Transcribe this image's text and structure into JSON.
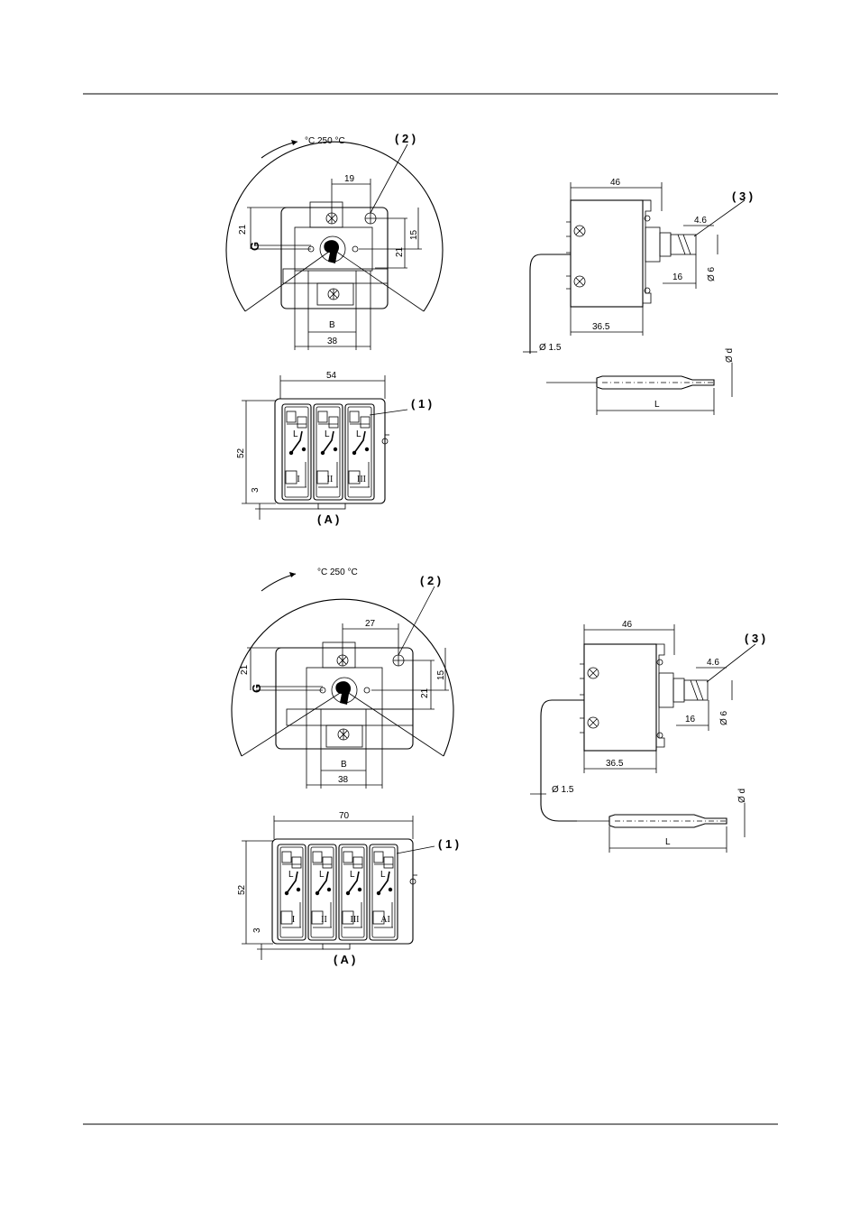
{
  "sheet": {
    "rule_color": "#000000"
  },
  "top_front": {
    "scale_label": "°C 250 °C",
    "dim_19": "19",
    "dim_21_left": "21",
    "dim_21_right": "21",
    "dim_15": "15",
    "dim_B": "B",
    "dim_38": "38",
    "G": "G",
    "callout_2": "( 2 )"
  },
  "top_side": {
    "dim_46": "46",
    "dim_4_6": "4.6",
    "dim_16": "16",
    "dim_phi6": "Ø 6",
    "dim_36_5": "36.5",
    "dim_phi1_5": "Ø 1.5",
    "dim_phid": "Ø d",
    "dim_L": "L",
    "callout_3": "( 3 )"
  },
  "top_contacts": {
    "dim_54": "54",
    "dim_52": "52",
    "dim_3": "3",
    "callout_1": "( 1 )",
    "view_A": "( A )",
    "poles": [
      "I",
      "II",
      "III"
    ]
  },
  "bottom_front": {
    "scale_label": "°C 250 °C",
    "dim_27": "27",
    "dim_21_left": "21",
    "dim_21_right": "21",
    "dim_15": "15",
    "dim_B": "B",
    "dim_38": "38",
    "G": "G",
    "callout_2": "( 2 )"
  },
  "bottom_side": {
    "dim_46": "46",
    "dim_4_6": "4.6",
    "dim_16": "16",
    "dim_phi6": "Ø 6",
    "dim_36_5": "36.5",
    "dim_phi1_5": "Ø 1.5",
    "dim_phid": "Ø d",
    "dim_L": "L",
    "callout_3": "( 3 )"
  },
  "bottom_contacts": {
    "dim_70": "70",
    "dim_52": "52",
    "dim_3": "3",
    "callout_1": "( 1 )",
    "view_A": "( A )",
    "poles": [
      "I",
      "II",
      "III",
      "AI"
    ]
  }
}
